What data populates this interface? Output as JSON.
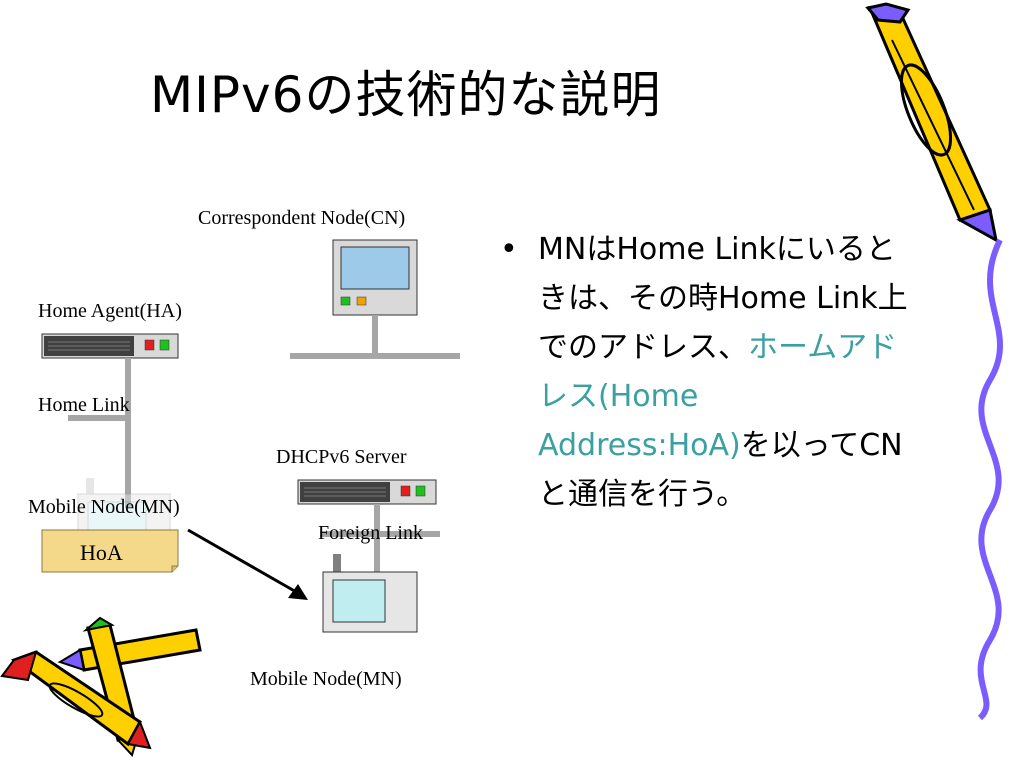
{
  "slide": {
    "title": "MIPv6の技術的な説明"
  },
  "diagram": {
    "labels": {
      "cn": "Correspondent Node(CN)",
      "ha": "Home Agent(HA)",
      "home_link": "Home Link",
      "dhcp": "DHCPv6 Server",
      "mn_home": "Mobile Node(MN)",
      "hoa": "HoA",
      "foreign_link": "Foreign Link",
      "mn_foreign": "Mobile Node(MN)"
    }
  },
  "bullet": {
    "dot": "•",
    "part1": "MNはHome Linkにいるときは、その時Home Link上でのアドレス、",
    "highlight": "ホームアドレス(Home Address:HoA)",
    "part2": "を以ってCNと通信を行う。"
  },
  "colors": {
    "highlight": "#3aa0a0",
    "link_line": "#a6a6a6",
    "pencil_body": "#ffd000",
    "pencil_stripe": "#7a5cff"
  },
  "icons": [
    "pencil-icon",
    "crayons-icon",
    "server-icon",
    "computer-icon",
    "laptop-icon",
    "arrow-icon"
  ]
}
